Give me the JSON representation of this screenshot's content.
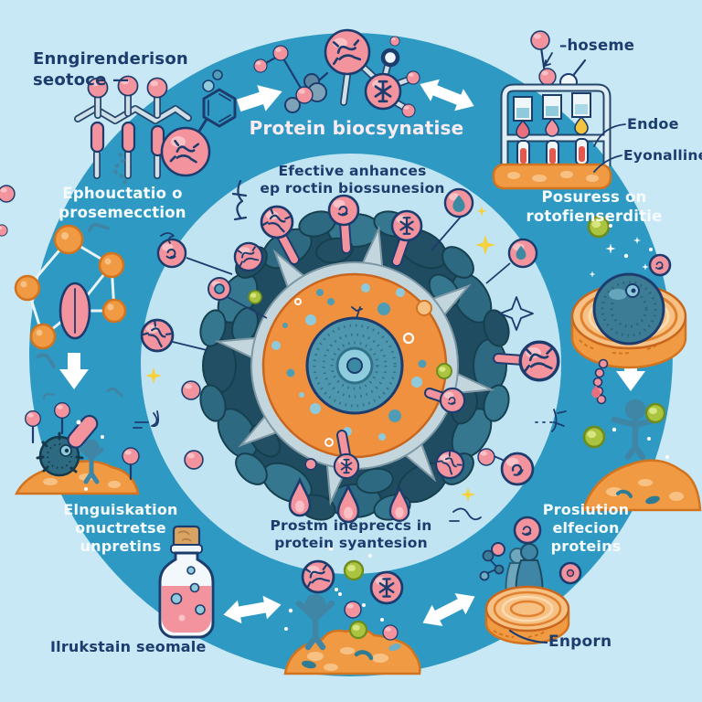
{
  "colors": {
    "bg": "#c9e8f5",
    "ring": "#2e9ac4",
    "inner": "#c0e4f2",
    "ink": "#1d3c6e",
    "white_text": "#f6fbfe",
    "pink_text": "#fcecf2",
    "pink": "#f2939d",
    "pink_light": "#f9c2c7",
    "pink_deep": "#e8707e",
    "orange": "#f09a44",
    "orange_light": "#f7c184",
    "green": "#abc43f",
    "teal": "#2d6a82",
    "figure_blue": "#3f85a6",
    "sparkle_yellow": "#f5d13d"
  },
  "icons": {
    "right-arrow": "chunky white arrow pointing right",
    "double-arrow": "white two-headed exchange arrow",
    "down-arrow": "chunky white arrow pointing down",
    "sparkle": "four-point star",
    "droplet": "water drop glyph inside pink sphere"
  },
  "diagram": {
    "top_left_caption": {
      "lines": [
        "Enngirenderison",
        "seotoce —"
      ]
    },
    "top_caption": "Protein biocsynatise",
    "apparatus_labels": {
      "pin": "–hoseme",
      "shelf": "Endoe",
      "base": "Eyonalline"
    },
    "left_caption": {
      "lines": [
        "Ephouctatio o",
        "prosemecction"
      ]
    },
    "right_caption": {
      "lines": [
        "Posuress on",
        "rotofienserditie"
      ]
    },
    "center_top_caption": {
      "lines": [
        "Efective anhances",
        "ep roctin biossunesion"
      ]
    },
    "center_bottom_caption": {
      "lines": [
        "Prostm inepreccs in",
        "protein syantesion"
      ]
    },
    "bottom_left_caption": {
      "lines": [
        "Elnguiskation",
        "onuctretse",
        "unpretins"
      ]
    },
    "bottom_right_caption": {
      "lines": [
        "Prosiution",
        "elfecion",
        "proteins"
      ]
    },
    "bottle_caption": "Ilrukstain seomale",
    "export_label": "Enporn"
  }
}
